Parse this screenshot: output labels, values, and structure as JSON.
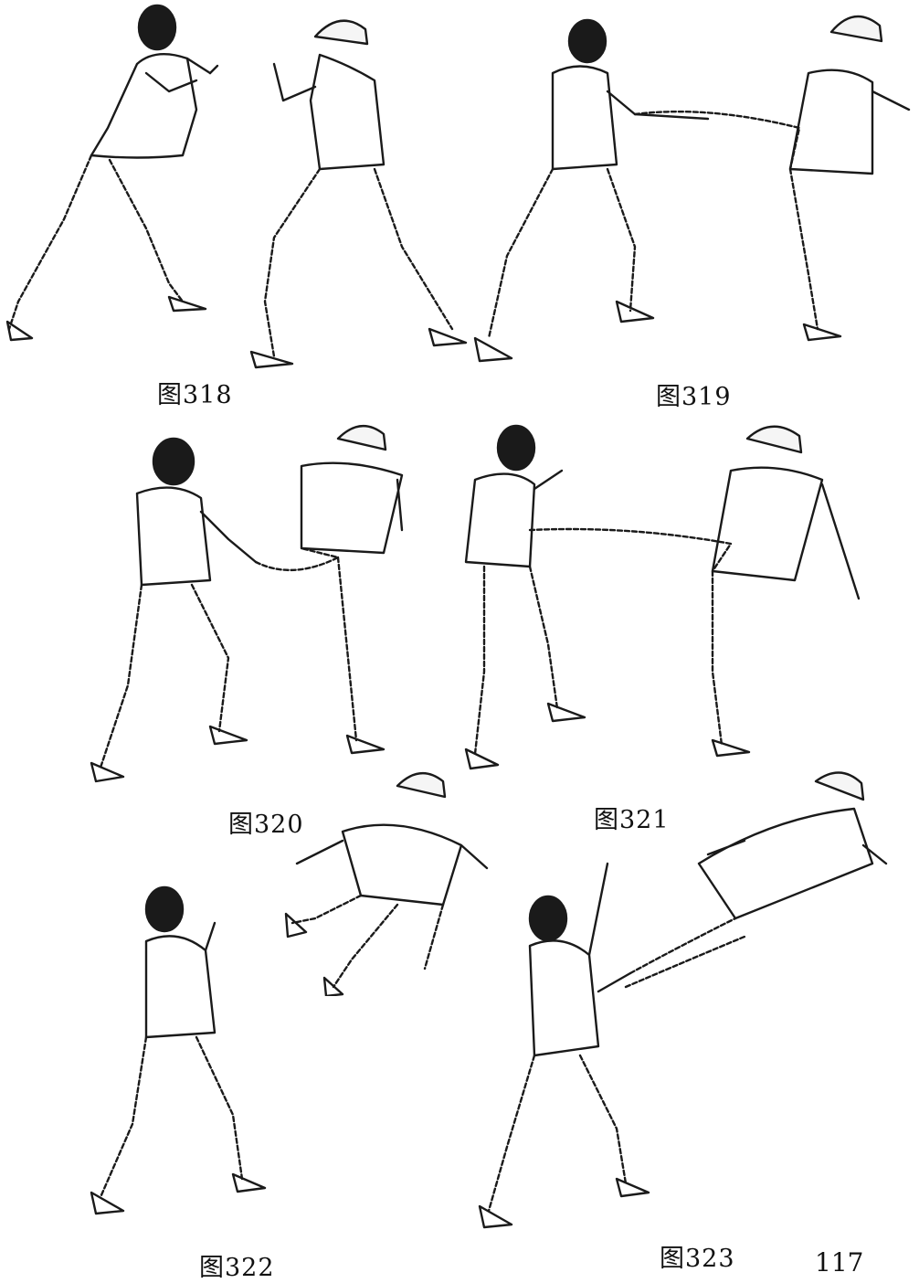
{
  "figures": [
    {
      "id": "318",
      "caption": "图318"
    },
    {
      "id": "319",
      "caption": "图319"
    },
    {
      "id": "320",
      "caption": "图320"
    },
    {
      "id": "321",
      "caption": "图321"
    },
    {
      "id": "322",
      "caption": "图322"
    },
    {
      "id": "323",
      "caption": "图323"
    }
  ],
  "page_number": "117"
}
